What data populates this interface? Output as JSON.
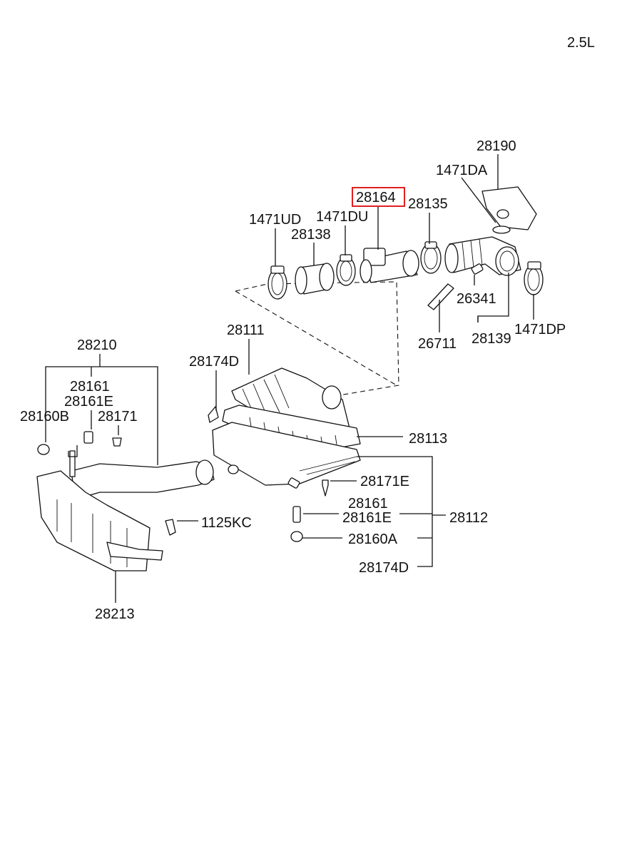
{
  "engine_label": "2.5L",
  "highlight_color": "#e02020",
  "parts": {
    "p28190": "28190",
    "p1471DA": "1471DA",
    "p28164": "28164",
    "p28135": "28135",
    "p1471UD": "1471UD",
    "p1471DU": "1471DU",
    "p28138": "28138",
    "p26341": "26341",
    "p26711": "26711",
    "p28139": "28139",
    "p1471DP": "1471DP",
    "p28210": "28210",
    "p28111": "28111",
    "p28174D_top": "28174D",
    "p28161_left": "28161",
    "p28161E_left": "28161E",
    "p28160B": "28160B",
    "p28171": "28171",
    "p28113": "28113",
    "p28171E": "28171E",
    "p28161_right": "28161",
    "p28161E_right": "28161E",
    "p28112": "28112",
    "p1125KC": "1125KC",
    "p28160A": "28160A",
    "p28174D_bottom": "28174D",
    "p28213": "28213"
  }
}
